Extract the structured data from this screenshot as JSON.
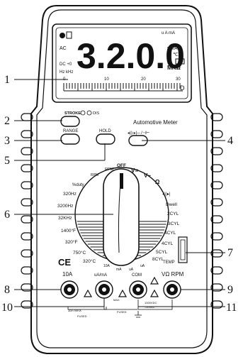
{
  "display": {
    "reading": "3.2.0.0",
    "indicators": {
      "ac": "AC",
      "dc": "DC +0",
      "hz": "Hz kHz",
      "ua": "u A mA",
      "mv": "mVA",
      "pct": "% ℃",
      "mk": "MKΩ",
      "d": "D",
      "bargraph_ticks": [
        "0",
        "10",
        "20",
        "30"
      ]
    }
  },
  "panel": {
    "stroke_label": "STROKE",
    "dis_label": "DIS",
    "range_label": "RANGE",
    "hold_label": "HOLD",
    "auto_label": "Automotive Meter"
  },
  "dial": {
    "labels_left": [
      "RPM",
      "%duty",
      "320Hz",
      "3200Hz",
      "32KHz",
      "1400°F",
      "320°F",
      "750°C",
      "320°C"
    ],
    "labels_top": [
      "RPM",
      "OFF",
      "V=",
      "V~",
      "Ω"
    ],
    "labels_right": [
      "Dwell",
      "2CYL",
      "3CYL",
      "4CYL",
      "4CYL",
      "5CYL",
      "8CYL",
      "TEMP"
    ],
    "labels_bottom": [
      "10A",
      "mA",
      "uA",
      "uA"
    ]
  },
  "jacks": {
    "labels": [
      "10A",
      "uA/mA",
      "COM",
      "VΩ RPM"
    ],
    "notes": [
      "10A MAX",
      "FUSED",
      "MAX",
      "FUSED",
      "1000VDC",
      "750VAC"
    ]
  },
  "callouts": [
    "1",
    "2",
    "3",
    "4",
    "5",
    "6",
    "7",
    "8",
    "9",
    "10",
    "11"
  ],
  "ce_mark": "CE"
}
